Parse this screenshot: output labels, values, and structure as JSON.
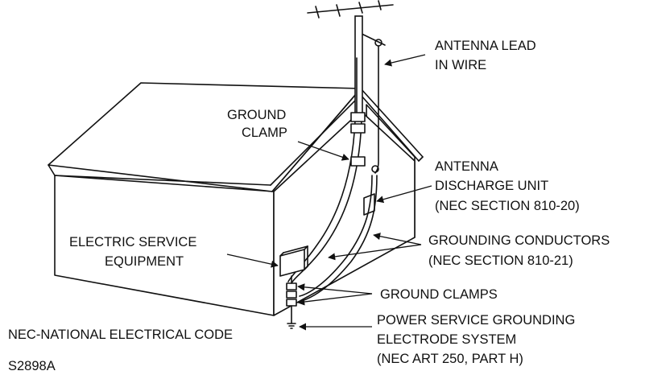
{
  "labels": {
    "antenna_lead": [
      "ANTENNA LEAD",
      "IN WIRE"
    ],
    "ground_clamp": [
      "GROUND",
      "CLAMP"
    ],
    "discharge_unit": [
      "ANTENNA",
      "DISCHARGE UNIT",
      "(NEC SECTION 810-20)"
    ],
    "electric_service": [
      "ELECTRIC SERVICE",
      "EQUIPMENT"
    ],
    "grounding_conductors": [
      "GROUNDING CONDUCTORS",
      "(NEC SECTION 810-21)"
    ],
    "ground_clamps": "GROUND CLAMPS",
    "power_service": [
      "POWER SERVICE GROUNDING",
      "ELECTRODE SYSTEM",
      "(NEC ART 250, PART H)"
    ],
    "nec_note": "NEC-NATIONAL ELECTRICAL CODE",
    "figure_code": "S2898A"
  },
  "colors": {
    "ink": "#111111",
    "paper": "#ffffff"
  }
}
